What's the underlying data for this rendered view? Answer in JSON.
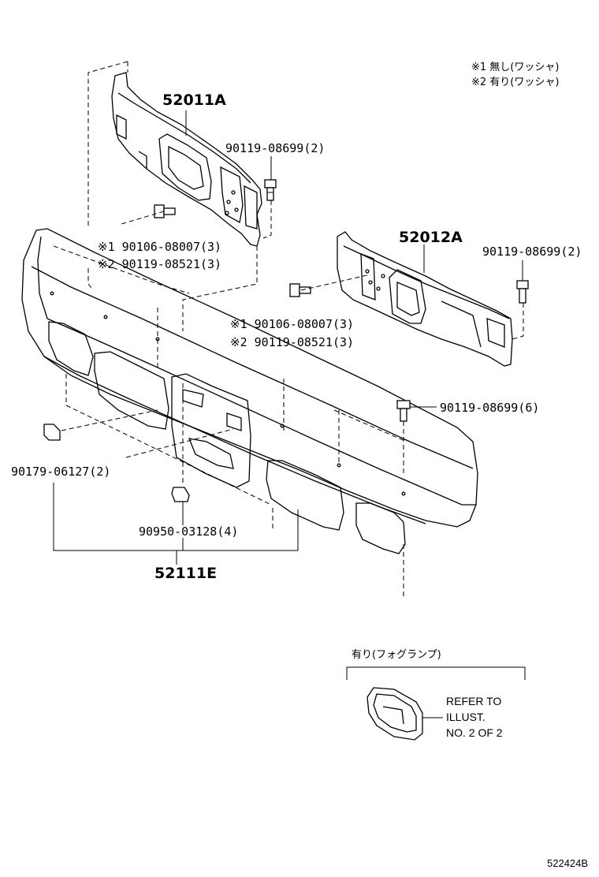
{
  "notes": {
    "note1": "※1 無し(ワッシャ)",
    "note2": "※2 有り(ワッシャ)"
  },
  "parts": {
    "reinforcement_lh": "52011A",
    "reinforcement_rh": "52012A",
    "bumper_cover": "52111E"
  },
  "fasteners": {
    "bolt_upper_lh": "90119-08699(2)",
    "bolt_upper_rh": "90119-08699(2)",
    "bolt_lh_note1": "※1 90106-08007(3)",
    "bolt_lh_note2": "※2 90119-08521(3)",
    "bolt_rh_note1": "※1 90106-08007(3)",
    "bolt_rh_note2": "※2 90119-08521(3)",
    "bolt_center": "90119-08699(6)",
    "clip_lh": "90179-06127(2)",
    "nut_center": "90950-03128(4)"
  },
  "fog_lamp": {
    "header": "有り(フォグランプ)",
    "ref_line1": "REFER TO",
    "ref_line2": "ILLUST.",
    "ref_line3": "NO. 2 OF 2"
  },
  "diagram_code": "522424B"
}
